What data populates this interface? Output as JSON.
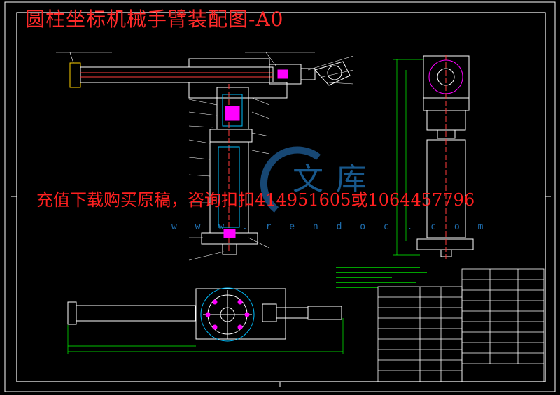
{
  "drawing": {
    "title": "圆柱坐标机械手臂装配图-A0",
    "promo_text": "充值下载购买原稿，咨询扣扣414951605或1064457796",
    "watermark": {
      "logo_text": "文库",
      "url_text": "w w w . r e n d o c . c o m"
    }
  },
  "colors": {
    "background": "#000000",
    "frame": "#ffffff",
    "title": "#ff2a2a",
    "linework": "#ffffff",
    "dimension": "#00ff00",
    "section": "#00bfff",
    "highlight": "#ff00ff",
    "watermark": "#1f6fb0",
    "notes": "#00ff00"
  }
}
